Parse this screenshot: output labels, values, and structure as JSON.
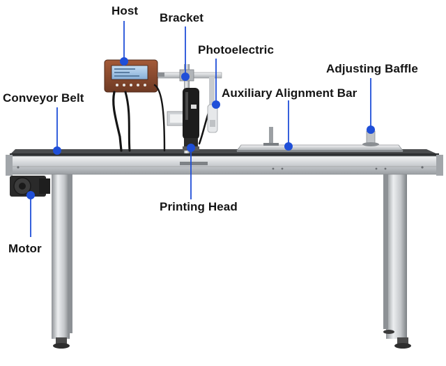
{
  "labels": {
    "host": "Host",
    "bracket": "Bracket",
    "photoelectric": "Photoelectric",
    "adjusting_baffle": "Adjusting Baffle",
    "conveyor_belt": "Conveyor Belt",
    "auxiliary_alignment_bar": "Auxiliary Alignment Bar",
    "printing_head": "Printing Head",
    "motor": "Motor"
  },
  "colors": {
    "pointer_dot": "#1f4fd8",
    "pointer_line": "#1f4fd8",
    "label_text": "#141414",
    "host_housing": "#8a4a2e",
    "host_screen": "#9fc4e8",
    "steel_light": "#e4e6e8",
    "steel_mid": "#b8bcc0",
    "steel_dark": "#6e7276",
    "belt": "#3a3a3a"
  },
  "icons": {
    "motor": "motor-icon",
    "printer": "inkjet-printer-icon"
  }
}
